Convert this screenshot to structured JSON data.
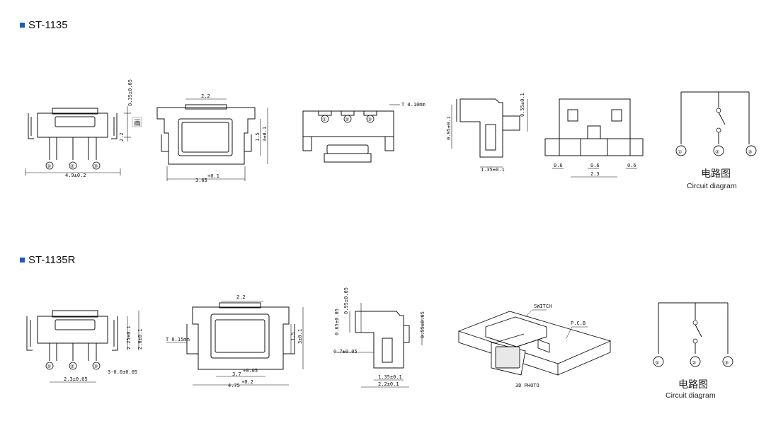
{
  "sections": [
    {
      "title": "ST-1135",
      "dims": {
        "front_width": "4.9±0.2",
        "front_height": "2.2",
        "front_top": "0.35±0.05",
        "top_width": "3.65",
        "top_tol": "+0.1",
        "top_inner": "2.2",
        "top_h1": "1.5",
        "top_h2": "3±0.1",
        "back_note": "T 0.10mm",
        "side_h1": "0.55±0.1",
        "side_h2": "0.95±0.1",
        "side_w": "1.35±0.1",
        "bottom_p1": "0.6",
        "bottom_p2": "0.6",
        "bottom_p3": "0.6",
        "bottom_w": "2.3"
      },
      "pins": [
        "①",
        "②",
        "③"
      ],
      "circuit_pins": [
        "①",
        "②",
        "③"
      ],
      "circuit_label_cn": "电路图",
      "circuit_label_en": "Circuit diagram"
    },
    {
      "title": "ST-1135R",
      "dims": {
        "front_h1": "2.25±0.1",
        "front_h2": "2.6±0.1",
        "front_pitch": "2.3±0.05",
        "front_pins": "3-0.6±0.05",
        "top_note": "T 0.15mm",
        "top_inner": "2.2",
        "top_w1": "3.7",
        "top_w1_tol": "+0.05",
        "top_w2": "4.75",
        "top_w2_tol": "+0.2",
        "top_h1": "1.5",
        "top_h2": "3±0.1",
        "side_h1": "0.65±0.05",
        "side_h2": "0.95±0.05",
        "side_h3": "0.55±0.05",
        "side_w1": "0.7±0.05",
        "side_w2": "1.35±0.1",
        "side_w3": "2.2±0.1",
        "photo_switch": "SWITCH",
        "photo_pcb": "P.C.B",
        "photo_caption": "3D PHOTO"
      },
      "pins": [
        "①",
        "②",
        "③"
      ],
      "circuit_pins": [
        "①",
        "②",
        "③"
      ],
      "circuit_label_cn": "电路图",
      "circuit_label_en": "Circuit diagram"
    }
  ],
  "edit_icon_glyph": "画"
}
